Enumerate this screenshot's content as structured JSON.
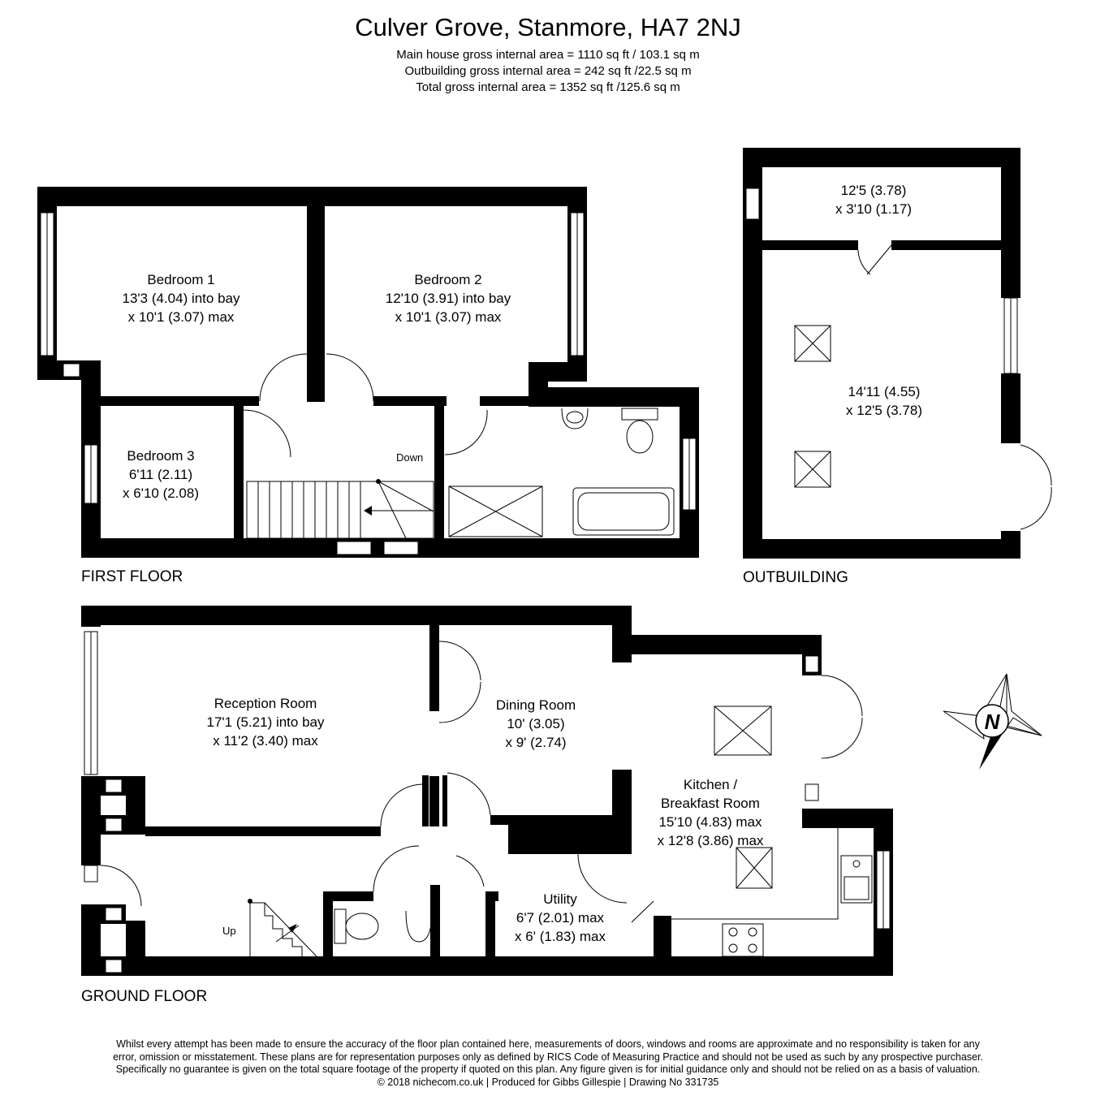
{
  "header": {
    "title": "Culver Grove, Stanmore, HA7 2NJ",
    "areas": [
      "Main house gross internal area =  1110 sq ft / 103.1 sq m",
      "Outbuilding gross internal area = 242 sq ft /22.5 sq m",
      "Total gross internal area =  1352 sq ft /125.6  sq m"
    ]
  },
  "floors": {
    "first": "FIRST FLOOR",
    "outbuilding": "OUTBUILDING",
    "ground": "GROUND FLOOR"
  },
  "rooms": {
    "bedroom1": [
      "Bedroom 1",
      "13'3 (4.04) into bay",
      "x 10'1 (3.07) max"
    ],
    "bedroom2": [
      "Bedroom 2",
      "12'10 (3.91) into bay",
      "x 10'1 (3.07) max"
    ],
    "bedroom3": [
      "Bedroom 3",
      "6'11 (2.11)",
      "x 6'10 (2.08)"
    ],
    "store": [
      "12'5 (3.78)",
      "x 3'10 (1.17)"
    ],
    "outbuilding_main": [
      "14'11 (4.55)",
      "x 12'5 (3.78)"
    ],
    "reception": [
      "Reception Room",
      "17'1 (5.21) into bay",
      "x 11'2 (3.40) max"
    ],
    "dining": [
      "Dining Room",
      "10' (3.05)",
      "x 9' (2.74)"
    ],
    "kitchen": [
      "Kitchen /",
      "Breakfast Room",
      "15'10 (4.83) max",
      "x 12'8 (3.86) max"
    ],
    "utility": [
      "Utility",
      "6'7 (2.01) max",
      "x 6' (1.83) max"
    ]
  },
  "stairs": {
    "down": "Down",
    "up": "Up"
  },
  "compass": {
    "label": "N"
  },
  "disclaimer": [
    "Whilst every attempt has been made to ensure the accuracy of the floor plan contained here, measurements of doors, windows and rooms are approximate and no responsibility is taken for any",
    "error, omission or misstatement. These plans are for representation purposes only as defined by RICS Code of Measuring Practice and should not be used as such by any prospective purchaser.",
    "Specifically no guarantee is given on the total square footage of the property if quoted on this plan. Any figure given is for initial guidance only and should not be relied on as a basis of valuation.",
    "© 2018 nichecom.co.uk  |  Produced for Gibbs Gillespie  |  Drawing No 331735"
  ]
}
